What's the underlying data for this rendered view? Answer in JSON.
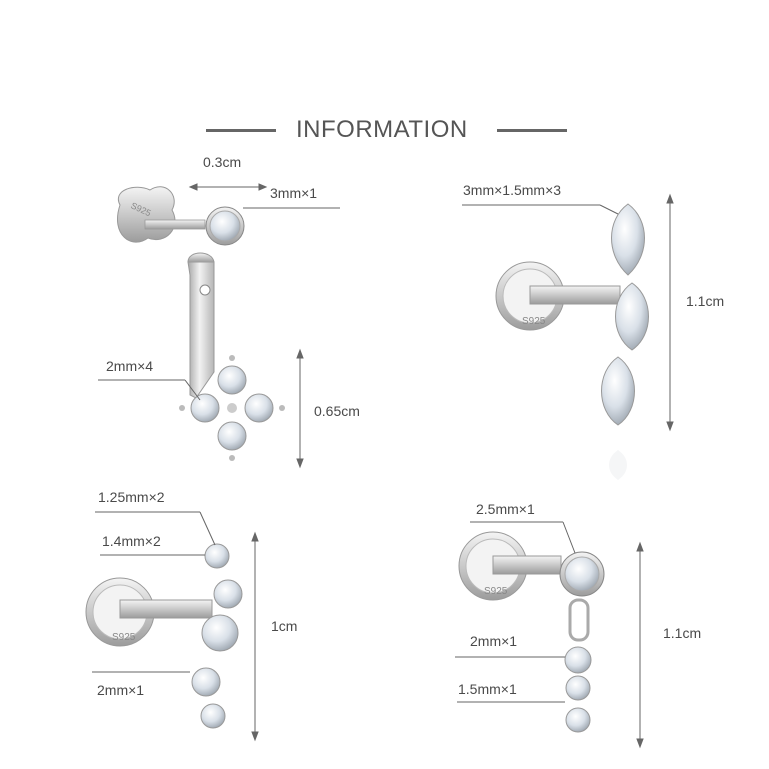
{
  "header": {
    "title": "INFORMATION"
  },
  "products": [
    {
      "labels": {
        "bar_width": "0.3cm",
        "main_stone": "3mm×1",
        "cluster_stones": "2mm×4",
        "drop_height": "0.65cm"
      },
      "stamp": "S925"
    },
    {
      "labels": {
        "marquise_stones": "3mm×1.5mm×3",
        "height": "1.1cm"
      },
      "stamp": "S925"
    },
    {
      "labels": {
        "small_stones": "1.25mm×2",
        "medium_stones": "1.4mm×2",
        "center_stone": "2mm×1",
        "height": "1cm"
      },
      "stamp": "S925"
    },
    {
      "labels": {
        "top_stone": "2.5mm×1",
        "middle_stone": "2mm×1",
        "bottom_stone": "1.5mm×1",
        "height": "1.1cm"
      },
      "stamp": "S925"
    }
  ],
  "colors": {
    "line": "#666666",
    "metal": "#c8c8c8",
    "stone": "#dfe6ee"
  }
}
